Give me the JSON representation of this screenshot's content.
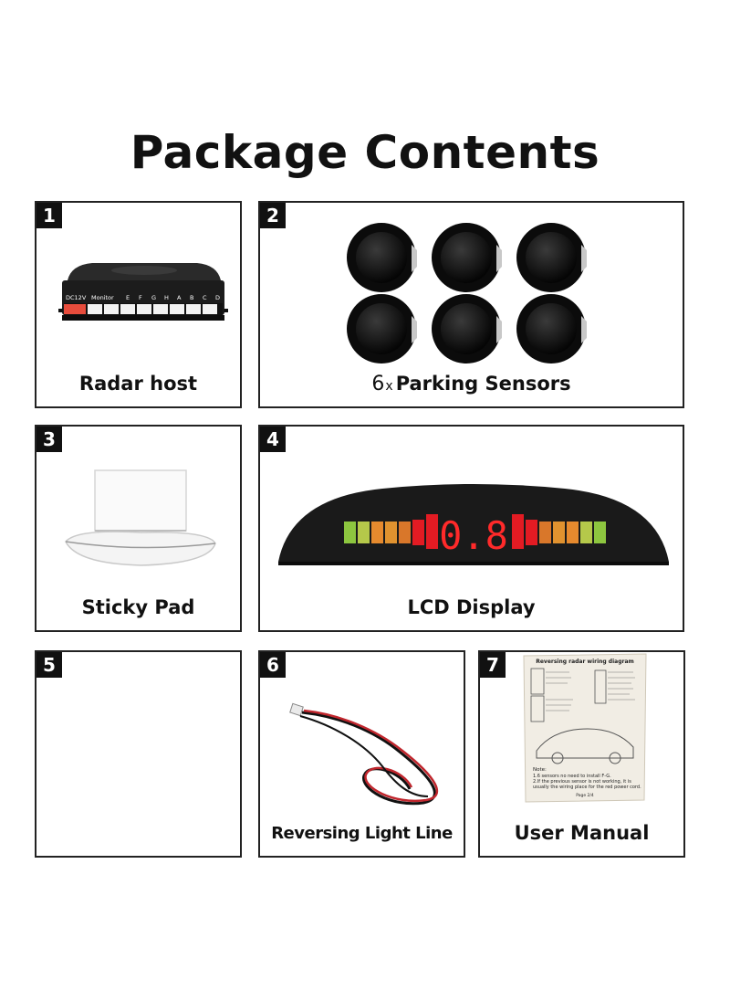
{
  "title": "Package Contents",
  "items": [
    {
      "num": "1",
      "caption": "Radar host",
      "icon": "radar-host-icon",
      "host_labels": {
        "power": "DC12V",
        "monitor": "Monitor",
        "ports": [
          "E",
          "F",
          "G",
          "H",
          "A",
          "B",
          "C",
          "D"
        ]
      }
    },
    {
      "num": "2",
      "caption_count": "6",
      "caption_x": "x",
      "caption": "Parking Sensors",
      "icon": "parking-sensor-icon"
    },
    {
      "num": "3",
      "caption": "Sticky Pad",
      "icon": "sticky-pad-icon"
    },
    {
      "num": "4",
      "caption": "LCD Display",
      "icon": "lcd-display-icon",
      "display_value": "0.8"
    },
    {
      "num": "5",
      "caption": ""
    },
    {
      "num": "6",
      "caption": "Reversing Light Line",
      "icon": "cable-icon"
    },
    {
      "num": "7",
      "caption": "User Manual",
      "icon": "manual-icon",
      "manual_text": {
        "heading": "Reversing radar wiring diagram",
        "note_title": "Note:",
        "note_1": "1.6 sensors no need to install F-G.",
        "note_2": "2.If the previous sensor is not working, it is",
        "note_3": "usually the wiring place for the red power cord.",
        "page": "Page 2/4"
      }
    }
  ],
  "colors": {
    "border": "#222222",
    "badge": "#111111",
    "led_red": "#e31b23",
    "led_orange": "#e68a2e",
    "led_green": "#7cc243"
  }
}
